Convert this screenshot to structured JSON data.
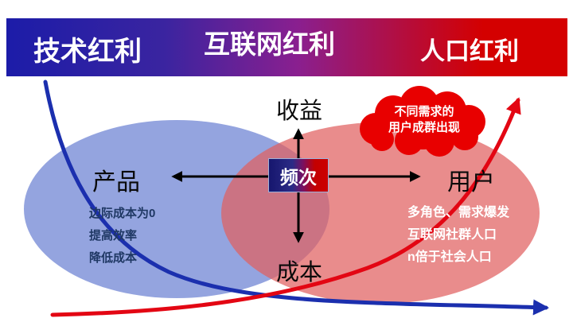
{
  "banner": {
    "labels": [
      "技术红利",
      "互联网红利",
      "人口红利"
    ]
  },
  "axes": {
    "top": "收益",
    "bottom": "成本",
    "left": "产品",
    "right": "用户",
    "center": "频次"
  },
  "cloud": {
    "line1": "不同需求的",
    "line2": "用户成群出现"
  },
  "left_points": [
    "边际成本为0",
    "提高效率",
    "降低成本"
  ],
  "right_points": [
    "多角色、需求爆发",
    "互联网社群人口",
    "n倍于社会人口"
  ],
  "colors": {
    "banner-left": "#1c1ca8",
    "banner-mid": "#8a1f8f",
    "banner-right": "#d40000",
    "ellipse-left": "#7c90d8",
    "ellipse-right": "#e06060",
    "curve-blue": "#1b2fae",
    "curve-red": "#e30613",
    "cloud-red": "#e80000",
    "dark-blue-text": "#1f3864"
  }
}
